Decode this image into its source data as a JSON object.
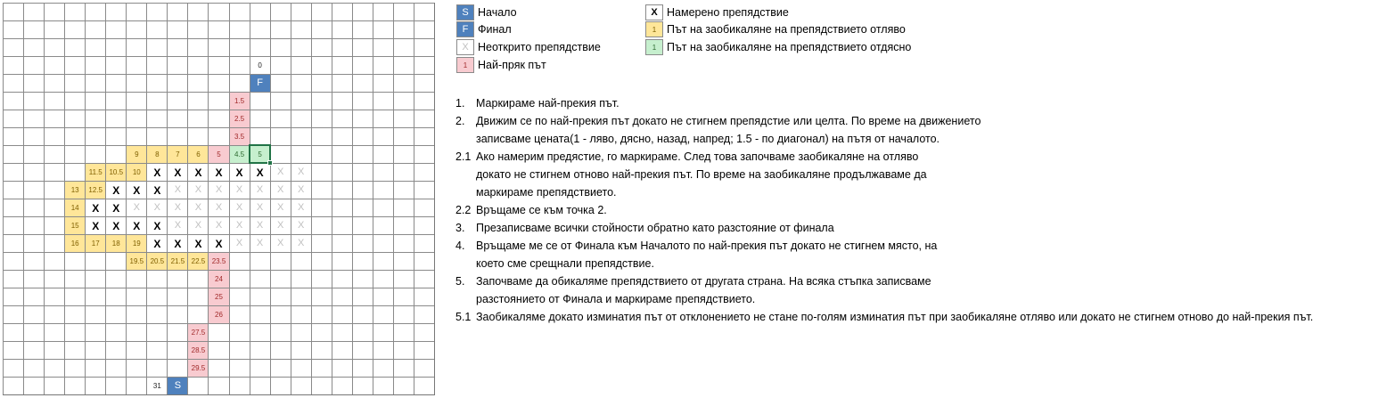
{
  "grid": {
    "columns": 21,
    "rows": 21,
    "cells": [
      {
        "r": 3,
        "c": 12,
        "type": "plain",
        "text": "0"
      },
      {
        "r": 4,
        "c": 12,
        "type": "blue",
        "text": "F"
      },
      {
        "r": 5,
        "c": 11,
        "type": "pink",
        "text": "1.5"
      },
      {
        "r": 6,
        "c": 11,
        "type": "pink",
        "text": "2.5"
      },
      {
        "r": 7,
        "c": 11,
        "type": "pink",
        "text": "3.5"
      },
      {
        "r": 8,
        "c": 6,
        "type": "yellow",
        "text": "9"
      },
      {
        "r": 8,
        "c": 7,
        "type": "yellow",
        "text": "8"
      },
      {
        "r": 8,
        "c": 8,
        "type": "yellow",
        "text": "7"
      },
      {
        "r": 8,
        "c": 9,
        "type": "yellow",
        "text": "6"
      },
      {
        "r": 8,
        "c": 10,
        "type": "pink",
        "text": "5"
      },
      {
        "r": 8,
        "c": 11,
        "type": "green",
        "text": "4.5"
      },
      {
        "r": 8,
        "c": 12,
        "type": "green",
        "text": "5",
        "selected": true
      },
      {
        "r": 9,
        "c": 4,
        "type": "yellow",
        "text": "11.5"
      },
      {
        "r": 9,
        "c": 5,
        "type": "yellow",
        "text": "10.5"
      },
      {
        "r": 9,
        "c": 6,
        "type": "yellow",
        "text": "10"
      },
      {
        "r": 9,
        "c": 7,
        "type": "xf",
        "text": "X"
      },
      {
        "r": 9,
        "c": 8,
        "type": "xf",
        "text": "X"
      },
      {
        "r": 9,
        "c": 9,
        "type": "xf",
        "text": "X"
      },
      {
        "r": 9,
        "c": 10,
        "type": "xf",
        "text": "X"
      },
      {
        "r": 9,
        "c": 11,
        "type": "xf",
        "text": "X"
      },
      {
        "r": 9,
        "c": 12,
        "type": "xf",
        "text": "X"
      },
      {
        "r": 9,
        "c": 13,
        "type": "xu",
        "text": "X"
      },
      {
        "r": 9,
        "c": 14,
        "type": "xu",
        "text": "X"
      },
      {
        "r": 10,
        "c": 3,
        "type": "yellow",
        "text": "13"
      },
      {
        "r": 10,
        "c": 4,
        "type": "yellow",
        "text": "12.5"
      },
      {
        "r": 10,
        "c": 5,
        "type": "xf",
        "text": "X"
      },
      {
        "r": 10,
        "c": 6,
        "type": "xf",
        "text": "X"
      },
      {
        "r": 10,
        "c": 7,
        "type": "xf",
        "text": "X"
      },
      {
        "r": 10,
        "c": 8,
        "type": "xu",
        "text": "X"
      },
      {
        "r": 10,
        "c": 9,
        "type": "xu",
        "text": "X"
      },
      {
        "r": 10,
        "c": 10,
        "type": "xu",
        "text": "X"
      },
      {
        "r": 10,
        "c": 11,
        "type": "xu",
        "text": "X"
      },
      {
        "r": 10,
        "c": 12,
        "type": "xu",
        "text": "X"
      },
      {
        "r": 10,
        "c": 13,
        "type": "xu",
        "text": "X"
      },
      {
        "r": 10,
        "c": 14,
        "type": "xu",
        "text": "X"
      },
      {
        "r": 11,
        "c": 3,
        "type": "yellow",
        "text": "14"
      },
      {
        "r": 11,
        "c": 4,
        "type": "xf",
        "text": "X"
      },
      {
        "r": 11,
        "c": 5,
        "type": "xf",
        "text": "X"
      },
      {
        "r": 11,
        "c": 6,
        "type": "xu",
        "text": "X"
      },
      {
        "r": 11,
        "c": 7,
        "type": "xu",
        "text": "X"
      },
      {
        "r": 11,
        "c": 8,
        "type": "xu",
        "text": "X"
      },
      {
        "r": 11,
        "c": 9,
        "type": "xu",
        "text": "X"
      },
      {
        "r": 11,
        "c": 10,
        "type": "xu",
        "text": "X"
      },
      {
        "r": 11,
        "c": 11,
        "type": "xu",
        "text": "X"
      },
      {
        "r": 11,
        "c": 12,
        "type": "xu",
        "text": "X"
      },
      {
        "r": 11,
        "c": 13,
        "type": "xu",
        "text": "X"
      },
      {
        "r": 11,
        "c": 14,
        "type": "xu",
        "text": "X"
      },
      {
        "r": 12,
        "c": 3,
        "type": "yellow",
        "text": "15"
      },
      {
        "r": 12,
        "c": 4,
        "type": "xf",
        "text": "X"
      },
      {
        "r": 12,
        "c": 5,
        "type": "xf",
        "text": "X"
      },
      {
        "r": 12,
        "c": 6,
        "type": "xf",
        "text": "X"
      },
      {
        "r": 12,
        "c": 7,
        "type": "xf",
        "text": "X"
      },
      {
        "r": 12,
        "c": 8,
        "type": "xu",
        "text": "X"
      },
      {
        "r": 12,
        "c": 9,
        "type": "xu",
        "text": "X"
      },
      {
        "r": 12,
        "c": 10,
        "type": "xu",
        "text": "X"
      },
      {
        "r": 12,
        "c": 11,
        "type": "xu",
        "text": "X"
      },
      {
        "r": 12,
        "c": 12,
        "type": "xu",
        "text": "X"
      },
      {
        "r": 12,
        "c": 13,
        "type": "xu",
        "text": "X"
      },
      {
        "r": 12,
        "c": 14,
        "type": "xu",
        "text": "X"
      },
      {
        "r": 13,
        "c": 3,
        "type": "yellow",
        "text": "16"
      },
      {
        "r": 13,
        "c": 4,
        "type": "yellow",
        "text": "17"
      },
      {
        "r": 13,
        "c": 5,
        "type": "yellow",
        "text": "18"
      },
      {
        "r": 13,
        "c": 6,
        "type": "yellow",
        "text": "19"
      },
      {
        "r": 13,
        "c": 7,
        "type": "xf",
        "text": "X"
      },
      {
        "r": 13,
        "c": 8,
        "type": "xf",
        "text": "X"
      },
      {
        "r": 13,
        "c": 9,
        "type": "xf",
        "text": "X"
      },
      {
        "r": 13,
        "c": 10,
        "type": "xf",
        "text": "X"
      },
      {
        "r": 13,
        "c": 11,
        "type": "xu",
        "text": "X"
      },
      {
        "r": 13,
        "c": 12,
        "type": "xu",
        "text": "X"
      },
      {
        "r": 13,
        "c": 13,
        "type": "xu",
        "text": "X"
      },
      {
        "r": 13,
        "c": 14,
        "type": "xu",
        "text": "X"
      },
      {
        "r": 14,
        "c": 6,
        "type": "yellow",
        "text": "19.5"
      },
      {
        "r": 14,
        "c": 7,
        "type": "yellow",
        "text": "20.5"
      },
      {
        "r": 14,
        "c": 8,
        "type": "yellow",
        "text": "21.5"
      },
      {
        "r": 14,
        "c": 9,
        "type": "yellow",
        "text": "22.5"
      },
      {
        "r": 14,
        "c": 10,
        "type": "pink",
        "text": "23.5"
      },
      {
        "r": 15,
        "c": 10,
        "type": "pink",
        "text": "24"
      },
      {
        "r": 16,
        "c": 10,
        "type": "pink",
        "text": "25"
      },
      {
        "r": 17,
        "c": 10,
        "type": "pink",
        "text": "26"
      },
      {
        "r": 18,
        "c": 9,
        "type": "pink",
        "text": "27.5"
      },
      {
        "r": 19,
        "c": 9,
        "type": "pink",
        "text": "28.5"
      },
      {
        "r": 20,
        "c": 9,
        "type": "pink",
        "text": "29.5"
      },
      {
        "r": 21,
        "c": 7,
        "type": "plain",
        "text": "31"
      },
      {
        "r": 21,
        "c": 8,
        "type": "blue",
        "text": "S"
      }
    ]
  },
  "legend": [
    {
      "type": "blue",
      "symbol": "S",
      "label": "Начало"
    },
    {
      "type": "blue",
      "symbol": "F",
      "label": "Финал"
    },
    {
      "type": "xu",
      "symbol": "X",
      "label": "Неоткрито препядствие"
    },
    {
      "type": "pink",
      "symbol": "1",
      "label": "Най-пряк път"
    },
    {
      "type": "xf",
      "symbol": "X",
      "label": "Намерено препядствие"
    },
    {
      "type": "yellow",
      "symbol": "1",
      "label": "Път на заобикаляне на препядствието отляво"
    },
    {
      "type": "green",
      "symbol": "1",
      "label": "Път на заобикаляне на препядствието отдясно"
    }
  ],
  "steps": [
    {
      "num": "1.",
      "text": "Маркираме най-прекия път."
    },
    {
      "num": "2.",
      "text": "Движим се по най-прекия път  докато не стигнем препядстие или целта. По време на движението"
    },
    {
      "num": "",
      "text": "записваме цената(1 - ляво, дясно, назад, напред; 1.5 - по диагонал) на пътя от началото."
    },
    {
      "num": "2.1",
      "text": "Ако намерим предястие, го маркираме. След това започваме заобикаляне на отляво"
    },
    {
      "num": "",
      "text": "докато не стигнем отново най-прекия път. По време на заобикаляне продължаваме да"
    },
    {
      "num": "",
      "text": "маркираме препядствието."
    },
    {
      "num": "2.2",
      "text": "Връщаме се към точка 2."
    },
    {
      "num": "3.",
      "text": "Презаписваме всички стойности обратно като разстояние от финала"
    },
    {
      "num": "4.",
      "text": "Връщаме ме се от Финала към Началото по най-прекия път докато не стигнем място, на"
    },
    {
      "num": "",
      "text": "което сме срещнали препядствие."
    },
    {
      "num": "5.",
      "text": "Започваме да обикаляме препядствието от другата страна. На всяка стъпка записваме"
    },
    {
      "num": "",
      "text": "разстоянието от Финала и маркираме препядствието."
    },
    {
      "num": "5.1",
      "text": "Заобикаляме докато изминатия път от отклонението не стане по-голям изминатия път при заобикаляне отляво или докато не стигнем отново до най-прекия път."
    }
  ]
}
